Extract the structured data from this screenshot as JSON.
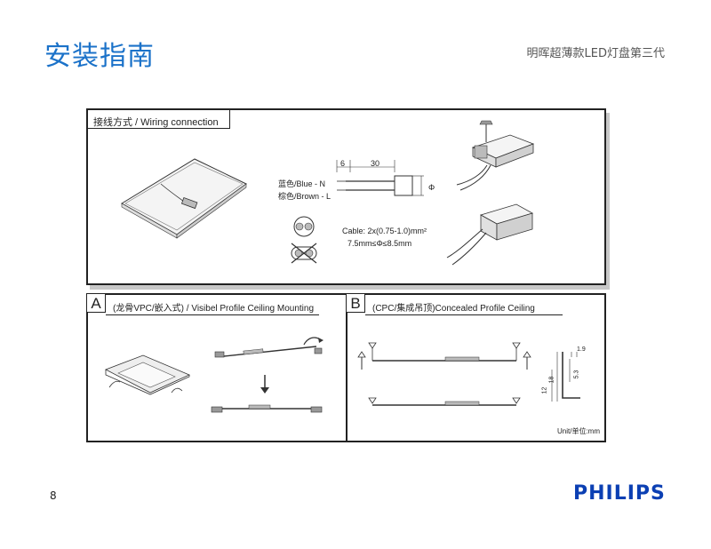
{
  "header": {
    "title": "安装指南",
    "subtitle": "明晖超薄款LED灯盘第三代"
  },
  "wiring": {
    "label": "接线方式 / Wiring connection",
    "dim_left": "6",
    "dim_right": "30",
    "wire_blue": "蓝色/Blue - N",
    "wire_brown": "棕色/Brown - L",
    "phi": "Φ",
    "cable_spec": "Cable: 2x(0.75-1.0)mm²",
    "diameter_spec": "7.5mm≤Φ≤8.5mm"
  },
  "section_a": {
    "letter": "A",
    "label": "(龙骨VPC/嵌入式) / Visibel Profile Ceiling Mounting"
  },
  "section_b": {
    "letter": "B",
    "label": "(CPC/集成吊顶)Concealed Profile Ceiling",
    "dim_19": "1.9",
    "dim_53": "5.3",
    "dim_18": "18",
    "dim_12": "12",
    "unit": "Unit/单位:mm"
  },
  "footer": {
    "page_number": "8",
    "brand": "PHILIPS"
  }
}
